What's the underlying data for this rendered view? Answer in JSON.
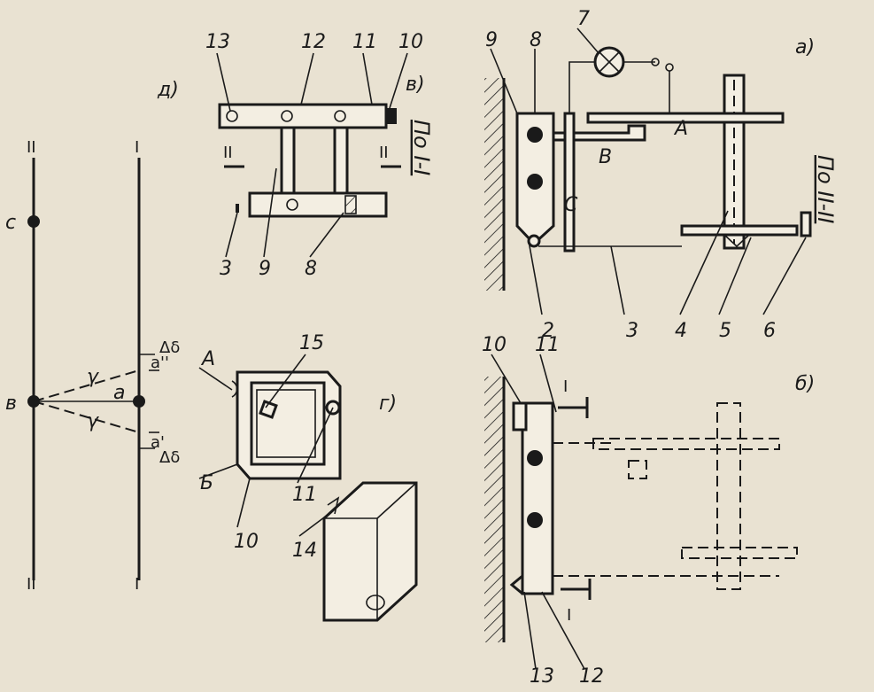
{
  "captions": {
    "a": "а)",
    "b": "б)",
    "v": "в)",
    "g": "г)",
    "d": "д)",
    "section_II": "По II-II",
    "section_I": "По I-I"
  },
  "part_numbers": {
    "n2": "2",
    "n3": "3",
    "n4": "4",
    "n5": "5",
    "n6": "6",
    "n7": "7",
    "n8": "8",
    "n9": "9",
    "b10": "10",
    "b11": "11",
    "b12": "12",
    "b13": "13",
    "v3": "3",
    "v8": "8",
    "v9": "9",
    "v10": "10",
    "v11": "11",
    "v12": "12",
    "v13": "13",
    "g10": "10",
    "g11": "11",
    "g14": "14",
    "g15": "15"
  },
  "letters": {
    "A_a": "A",
    "B_a": "B",
    "C_a": "C",
    "A_g": "A",
    "B_g": "Б",
    "I": "I",
    "II": "II"
  },
  "panel_d": {
    "line1": "I",
    "line2": "II",
    "point_a": "a",
    "point_a1": "a'",
    "point_a2": "a''",
    "point_b": "в",
    "point_c": "c",
    "gamma": "γ",
    "delta": "Δδ"
  }
}
